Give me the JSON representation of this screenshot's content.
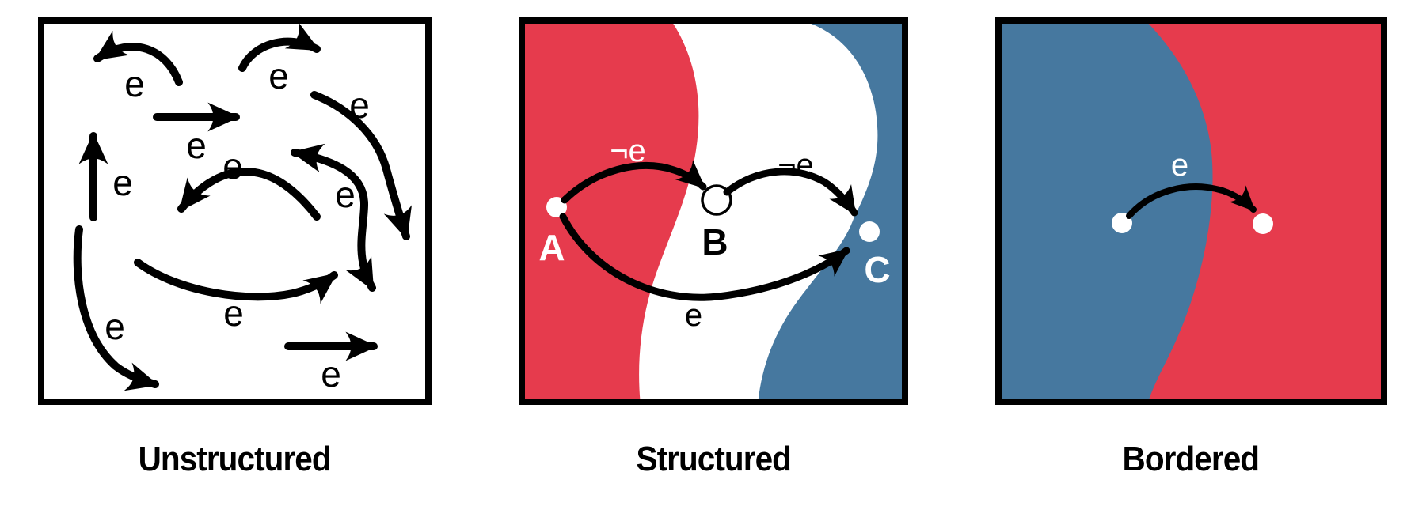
{
  "colors": {
    "red": "#e63b4d",
    "blue": "#46789f",
    "ink": "#000000",
    "white": "#ffffff"
  },
  "panels": [
    {
      "id": "unstructured",
      "caption": "Unstructured",
      "edge_labels": [
        "e",
        "e",
        "e",
        "e",
        "e",
        "e",
        "e",
        "e",
        "e",
        "e"
      ]
    },
    {
      "id": "structured",
      "caption": "Structured",
      "node_labels": [
        "A",
        "B",
        "C"
      ],
      "edge_labels": [
        "¬e",
        "¬e",
        "e"
      ]
    },
    {
      "id": "bordered",
      "caption": "Bordered",
      "edge_labels": [
        "e"
      ]
    }
  ]
}
